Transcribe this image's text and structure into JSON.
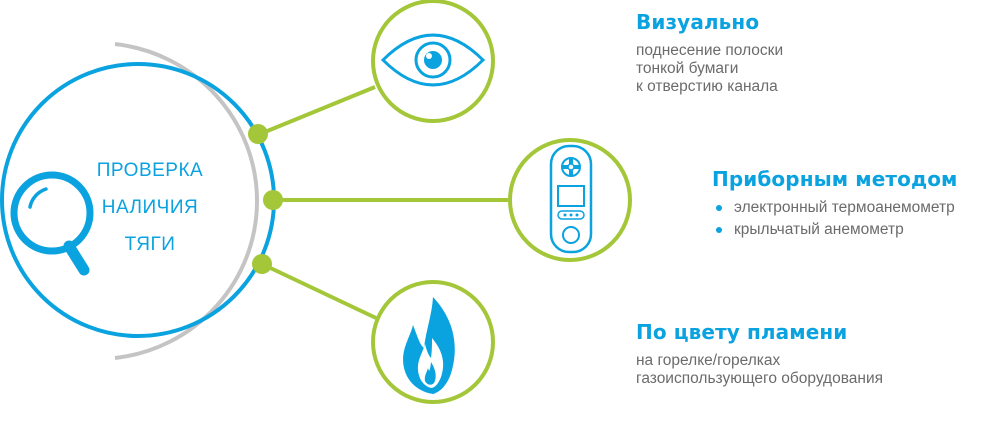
{
  "center": {
    "lines": [
      "ПРОВЕРКА",
      "НАЛИЧИЯ",
      "ТЯГИ"
    ]
  },
  "methods": [
    {
      "title": "Визуально",
      "lines": [
        "поднесение полоски",
        "тонкой бумаги",
        "к отверстию канала"
      ],
      "icon": "eye-icon"
    },
    {
      "title": "Приборным методом",
      "bullets": [
        "электронный термоанемометр",
        "крыльчатый анемометр"
      ],
      "icon": "anemometer-icon"
    },
    {
      "title": "По цвету пламени",
      "lines": [
        "на горелке/горелках",
        "газоиспользующего оборудования"
      ],
      "icon": "flame-icon"
    }
  ],
  "colors": {
    "blue": "#0aa3e0",
    "green": "#a3c738",
    "gray_arc": "#c4c4c4",
    "text_gray": "#6b6b6b"
  }
}
